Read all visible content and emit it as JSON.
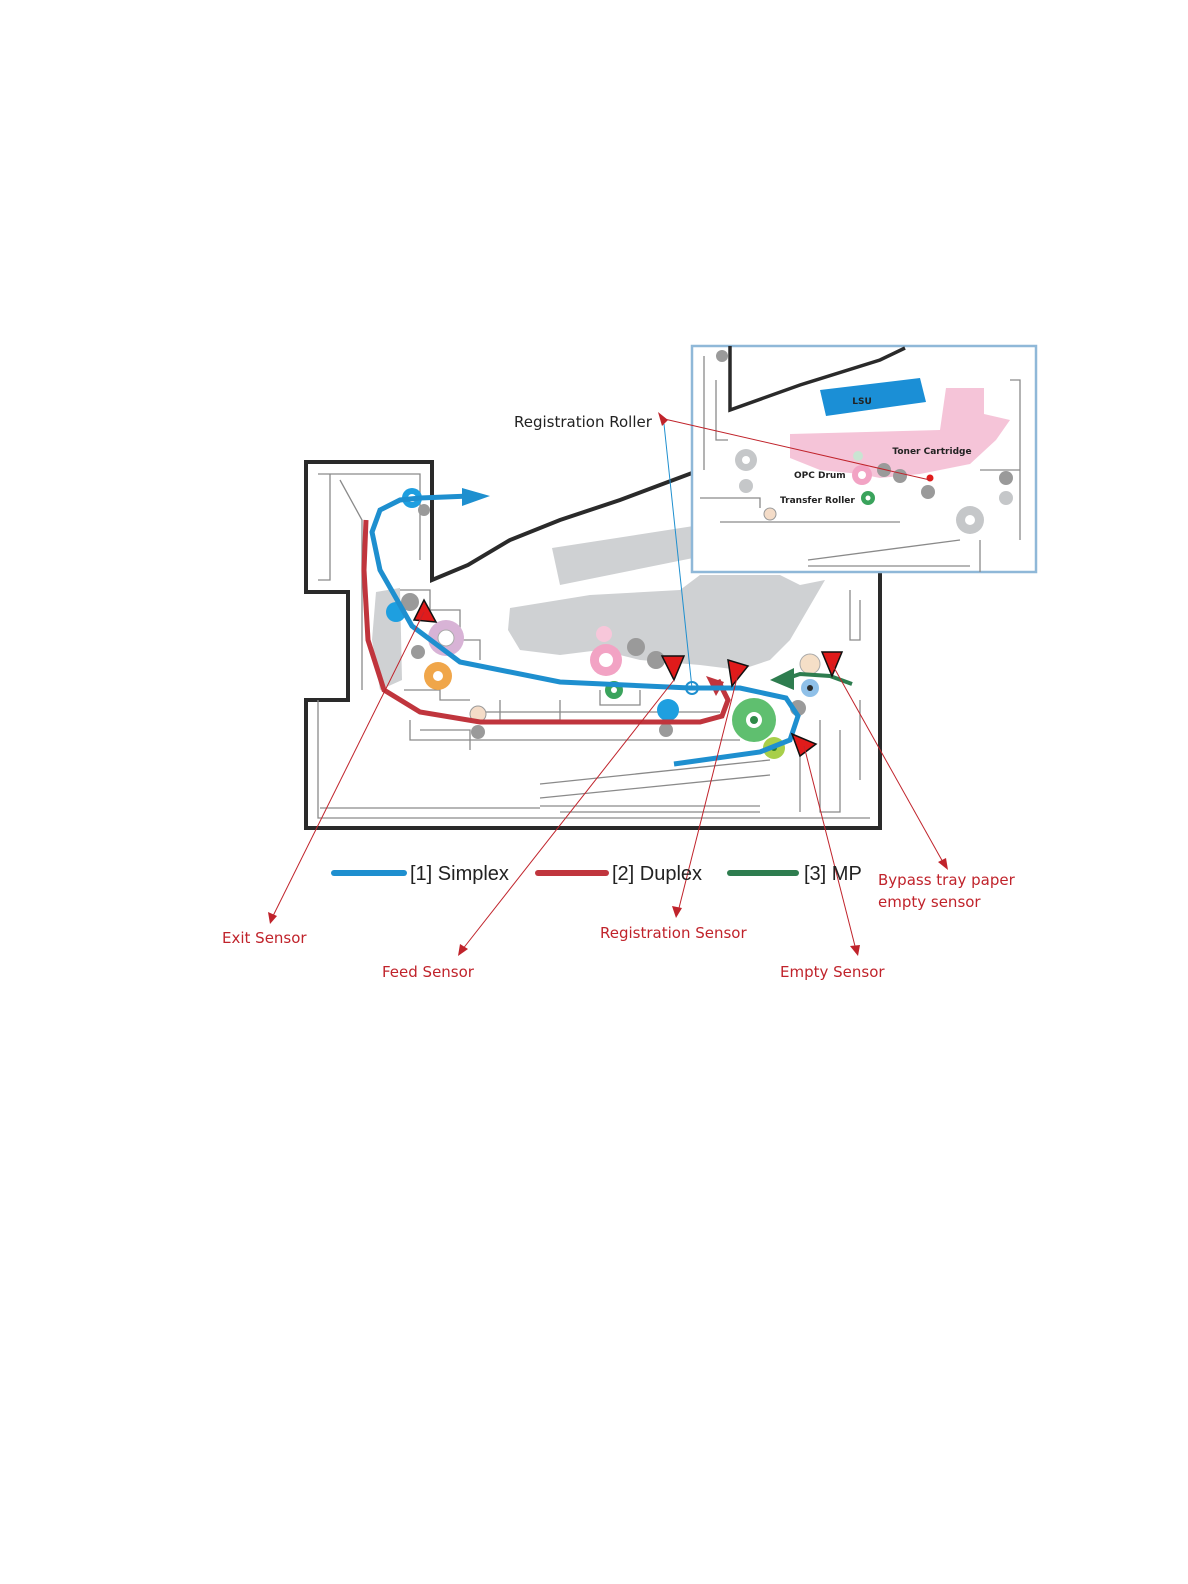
{
  "labels": {
    "registration_roller": "Registration Roller",
    "exit_sensor": "Exit Sensor",
    "feed_sensor": "Feed Sensor",
    "registration_sensor": "Registration Sensor",
    "empty_sensor": "Empty Sensor",
    "bypass_line1": "Bypass tray paper",
    "bypass_line2": "empty sensor"
  },
  "inset": {
    "lsu": "LSU",
    "toner_cartridge": "Toner Cartridge",
    "opc_drum": "OPC Drum",
    "transfer_roller": "Transfer Roller"
  },
  "legend": {
    "simplex": "[1] Simplex",
    "duplex": "[2] Duplex",
    "mp": "[3] MP"
  },
  "colors": {
    "simplex": "#1e8fcf",
    "duplex": "#c0353d",
    "mp": "#2e7d4f",
    "sensor": "#e01b1b",
    "callout": "#c0232b",
    "inset_border": "#8fb8d8",
    "lsu": "#1b8fd6",
    "toner": "#f5c4d8"
  }
}
